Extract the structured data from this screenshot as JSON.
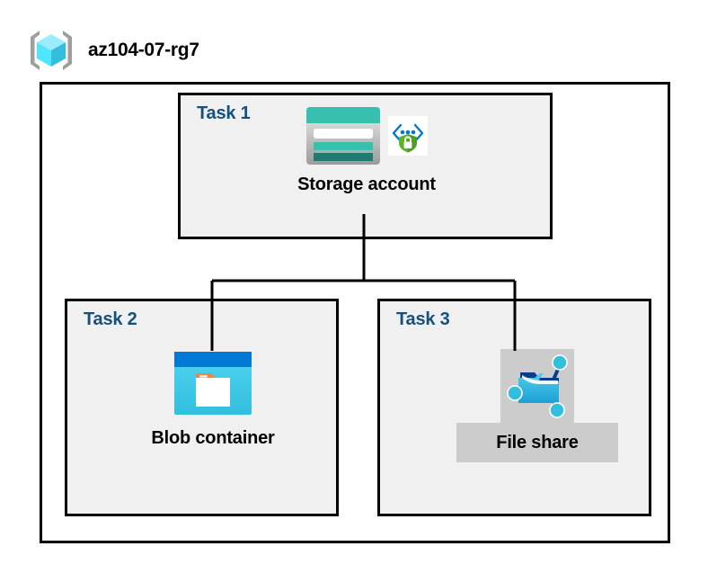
{
  "diagram": {
    "type": "azure-architecture-diagram",
    "resource_group": {
      "name": "az104-07-rg7",
      "icon": "resource-group-cube-icon"
    },
    "tasks": [
      {
        "id": "task-1",
        "label": "Task 1",
        "node_caption": "Storage account",
        "icons": [
          "storage-account-icon",
          "secure-endpoint-shield-icon"
        ],
        "highlighted": false
      },
      {
        "id": "task-2",
        "label": "Task 2",
        "node_caption": "Blob container",
        "icons": [
          "blob-container-icon"
        ],
        "highlighted": false
      },
      {
        "id": "task-3",
        "label": "Task 3",
        "node_caption": "File share",
        "icons": [
          "file-share-icon"
        ],
        "highlighted": true
      }
    ],
    "connections": [
      {
        "from": "Storage account",
        "to": "Blob container"
      },
      {
        "from": "Storage account",
        "to": "File share"
      }
    ],
    "colors": {
      "task_label": "#14517F",
      "caption": "#000000",
      "border": "#000000",
      "task_fill": "#F0F0F0",
      "canvas": "#FFFFFF",
      "highlight": "#CCCCCC",
      "storage_teal": "#37BFB0",
      "storage_teal_dark": "#1F7A71",
      "blob_blue": "#0078D4",
      "blob_cyan": "#32BEDD",
      "blob_orange": "#F4843A",
      "shield_green": "#5BB32A",
      "fileshare_cyan": "#32BEDD",
      "fileshare_navy": "#0B3C8C"
    }
  }
}
